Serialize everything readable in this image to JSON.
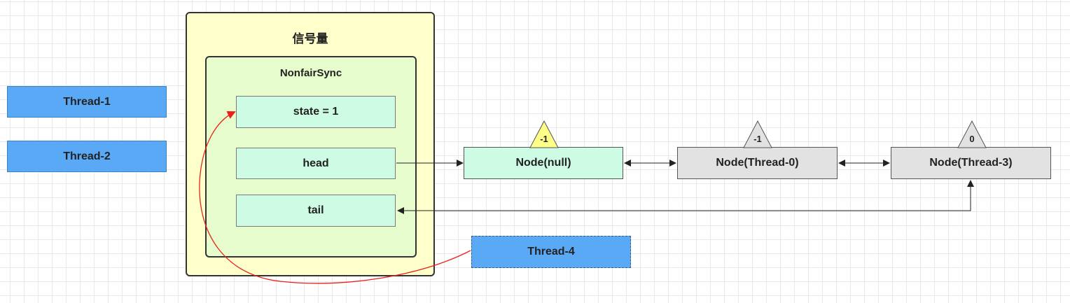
{
  "threads": {
    "t1": "Thread-1",
    "t2": "Thread-2",
    "t4": "Thread-4"
  },
  "semaphore": {
    "title": "信号量",
    "sync_title": "NonfairSync",
    "state": "state = 1",
    "head": "head",
    "tail": "tail"
  },
  "nodes": [
    {
      "label": "Node(null)",
      "wait_status": "-1"
    },
    {
      "label": "Node(Thread-0)",
      "wait_status": "-1"
    },
    {
      "label": "Node(Thread-3)",
      "wait_status": "0"
    }
  ],
  "colors": {
    "thread_blue": "#5aa9f6",
    "semaphore_yellow": "#ffffcc",
    "sync_green": "#e6fccc",
    "field_mint": "#cdfbe3",
    "node_grey": "#e2e2e2",
    "status_yellow": "#ffff88",
    "arrow_red": "#e8221b"
  }
}
